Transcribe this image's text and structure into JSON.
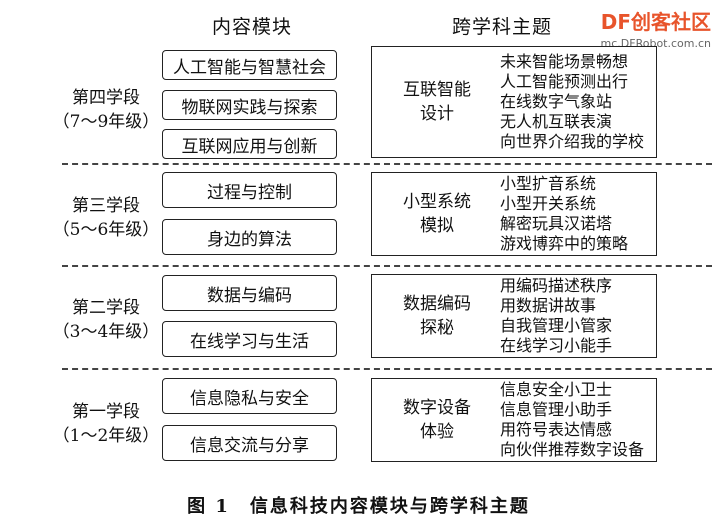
{
  "headers": {
    "left": "内容模块",
    "right": "跨学科主题"
  },
  "watermark": {
    "logo": "DF创客社区",
    "url": "mc.DFRobot.com.cn"
  },
  "stages": [
    {
      "title": "第四学段",
      "grade": "（7～9年级）",
      "modules": [
        "人工智能与智慧社会",
        "物联网实践与探索",
        "互联网应用与创新"
      ],
      "theme": [
        "互联智能",
        "设计"
      ],
      "projects": [
        "未来智能场景畅想",
        "人工智能预测出行",
        "在线数字气象站",
        "无人机互联表演",
        "向世界介绍我的学校"
      ]
    },
    {
      "title": "第三学段",
      "grade": "（5～6年级）",
      "modules": [
        "过程与控制",
        "身边的算法"
      ],
      "theme": [
        "小型系统",
        "模拟"
      ],
      "projects": [
        "小型扩音系统",
        "小型开关系统",
        "解密玩具汉诺塔",
        "游戏博弈中的策略"
      ]
    },
    {
      "title": "第二学段",
      "grade": "（3～4年级）",
      "modules": [
        "数据与编码",
        "在线学习与生活"
      ],
      "theme": [
        "数据编码",
        "探秘"
      ],
      "projects": [
        "用编码描述秩序",
        "用数据讲故事",
        "自我管理小管家",
        "在线学习小能手"
      ]
    },
    {
      "title": "第一学段",
      "grade": "（1～2年级）",
      "modules": [
        "信息隐私与安全",
        "信息交流与分享"
      ],
      "theme": [
        "数字设备",
        "体验"
      ],
      "projects": [
        "信息安全小卫士",
        "信息管理小助手",
        "用符号表达情感",
        "向伙伴推荐数字设备"
      ]
    }
  ],
  "caption": "图 1　信息科技内容模块与跨学科主题"
}
